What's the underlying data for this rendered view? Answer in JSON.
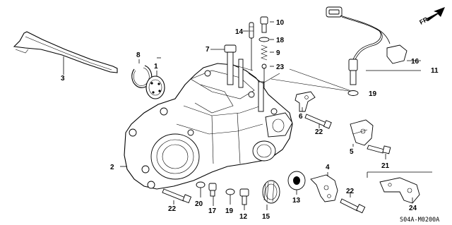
{
  "direction": "FR.",
  "diagram_code": "S04A-M0200A",
  "callouts": {
    "c1": "1",
    "c2": "2",
    "c3": "3",
    "c4": "4",
    "c5": "5",
    "c6": "6",
    "c7": "7",
    "c8": "8",
    "c9": "9",
    "c10": "10",
    "c11": "11",
    "c12": "12",
    "c13": "13",
    "c14": "14",
    "c15": "15",
    "c16": "16",
    "c17": "17",
    "c18": "18",
    "c19a": "19",
    "c19b": "19",
    "c20": "20",
    "c21": "21",
    "c22a": "22",
    "c22b": "22",
    "c22c": "22",
    "c23": "23",
    "c24": "24"
  }
}
